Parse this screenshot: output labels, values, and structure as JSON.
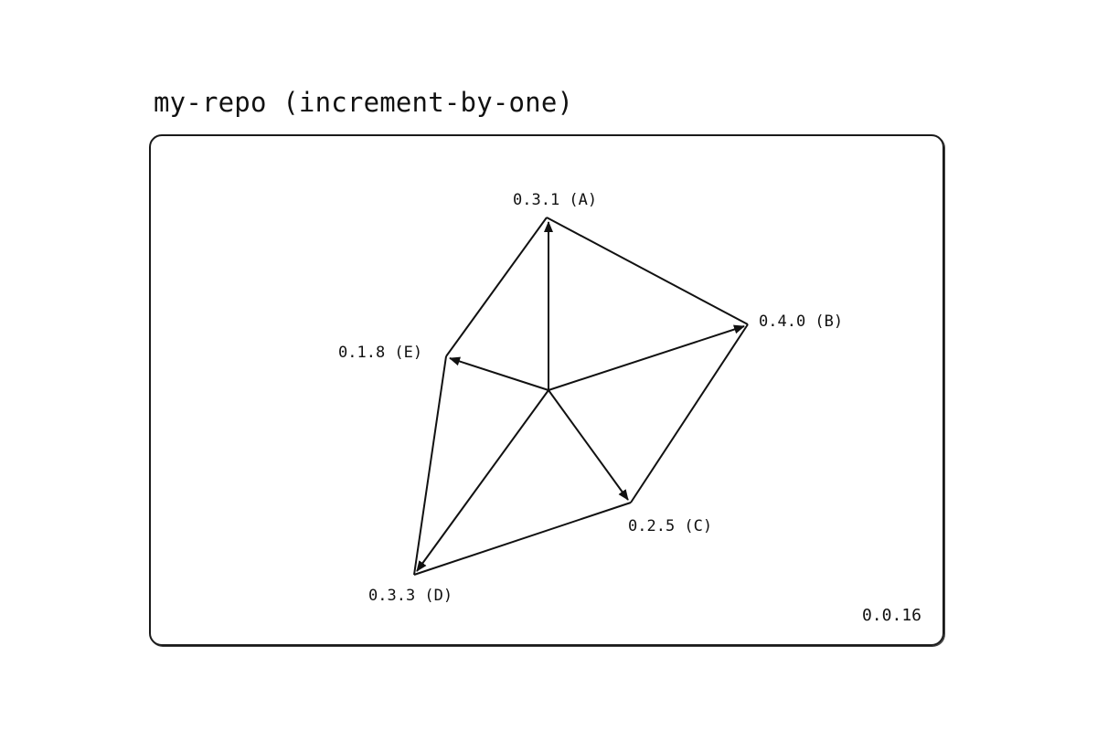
{
  "repo": {
    "title": "my-repo (increment-by-one)",
    "version": "0.0.16"
  },
  "graph": {
    "nodes": [
      {
        "id": "A",
        "label": "0.3.1 (A)"
      },
      {
        "id": "B",
        "label": "0.4.0 (B)"
      },
      {
        "id": "C",
        "label": "0.2.5 (C)"
      },
      {
        "id": "D",
        "label": "0.3.3 (D)"
      },
      {
        "id": "E",
        "label": "0.1.8 (E)"
      }
    ],
    "outer_edges": [
      [
        "A",
        "B"
      ],
      [
        "B",
        "C"
      ],
      [
        "C",
        "D"
      ],
      [
        "D",
        "E"
      ],
      [
        "E",
        "A"
      ]
    ],
    "arrows_from_center": [
      "A",
      "B",
      "C",
      "D",
      "E"
    ]
  }
}
